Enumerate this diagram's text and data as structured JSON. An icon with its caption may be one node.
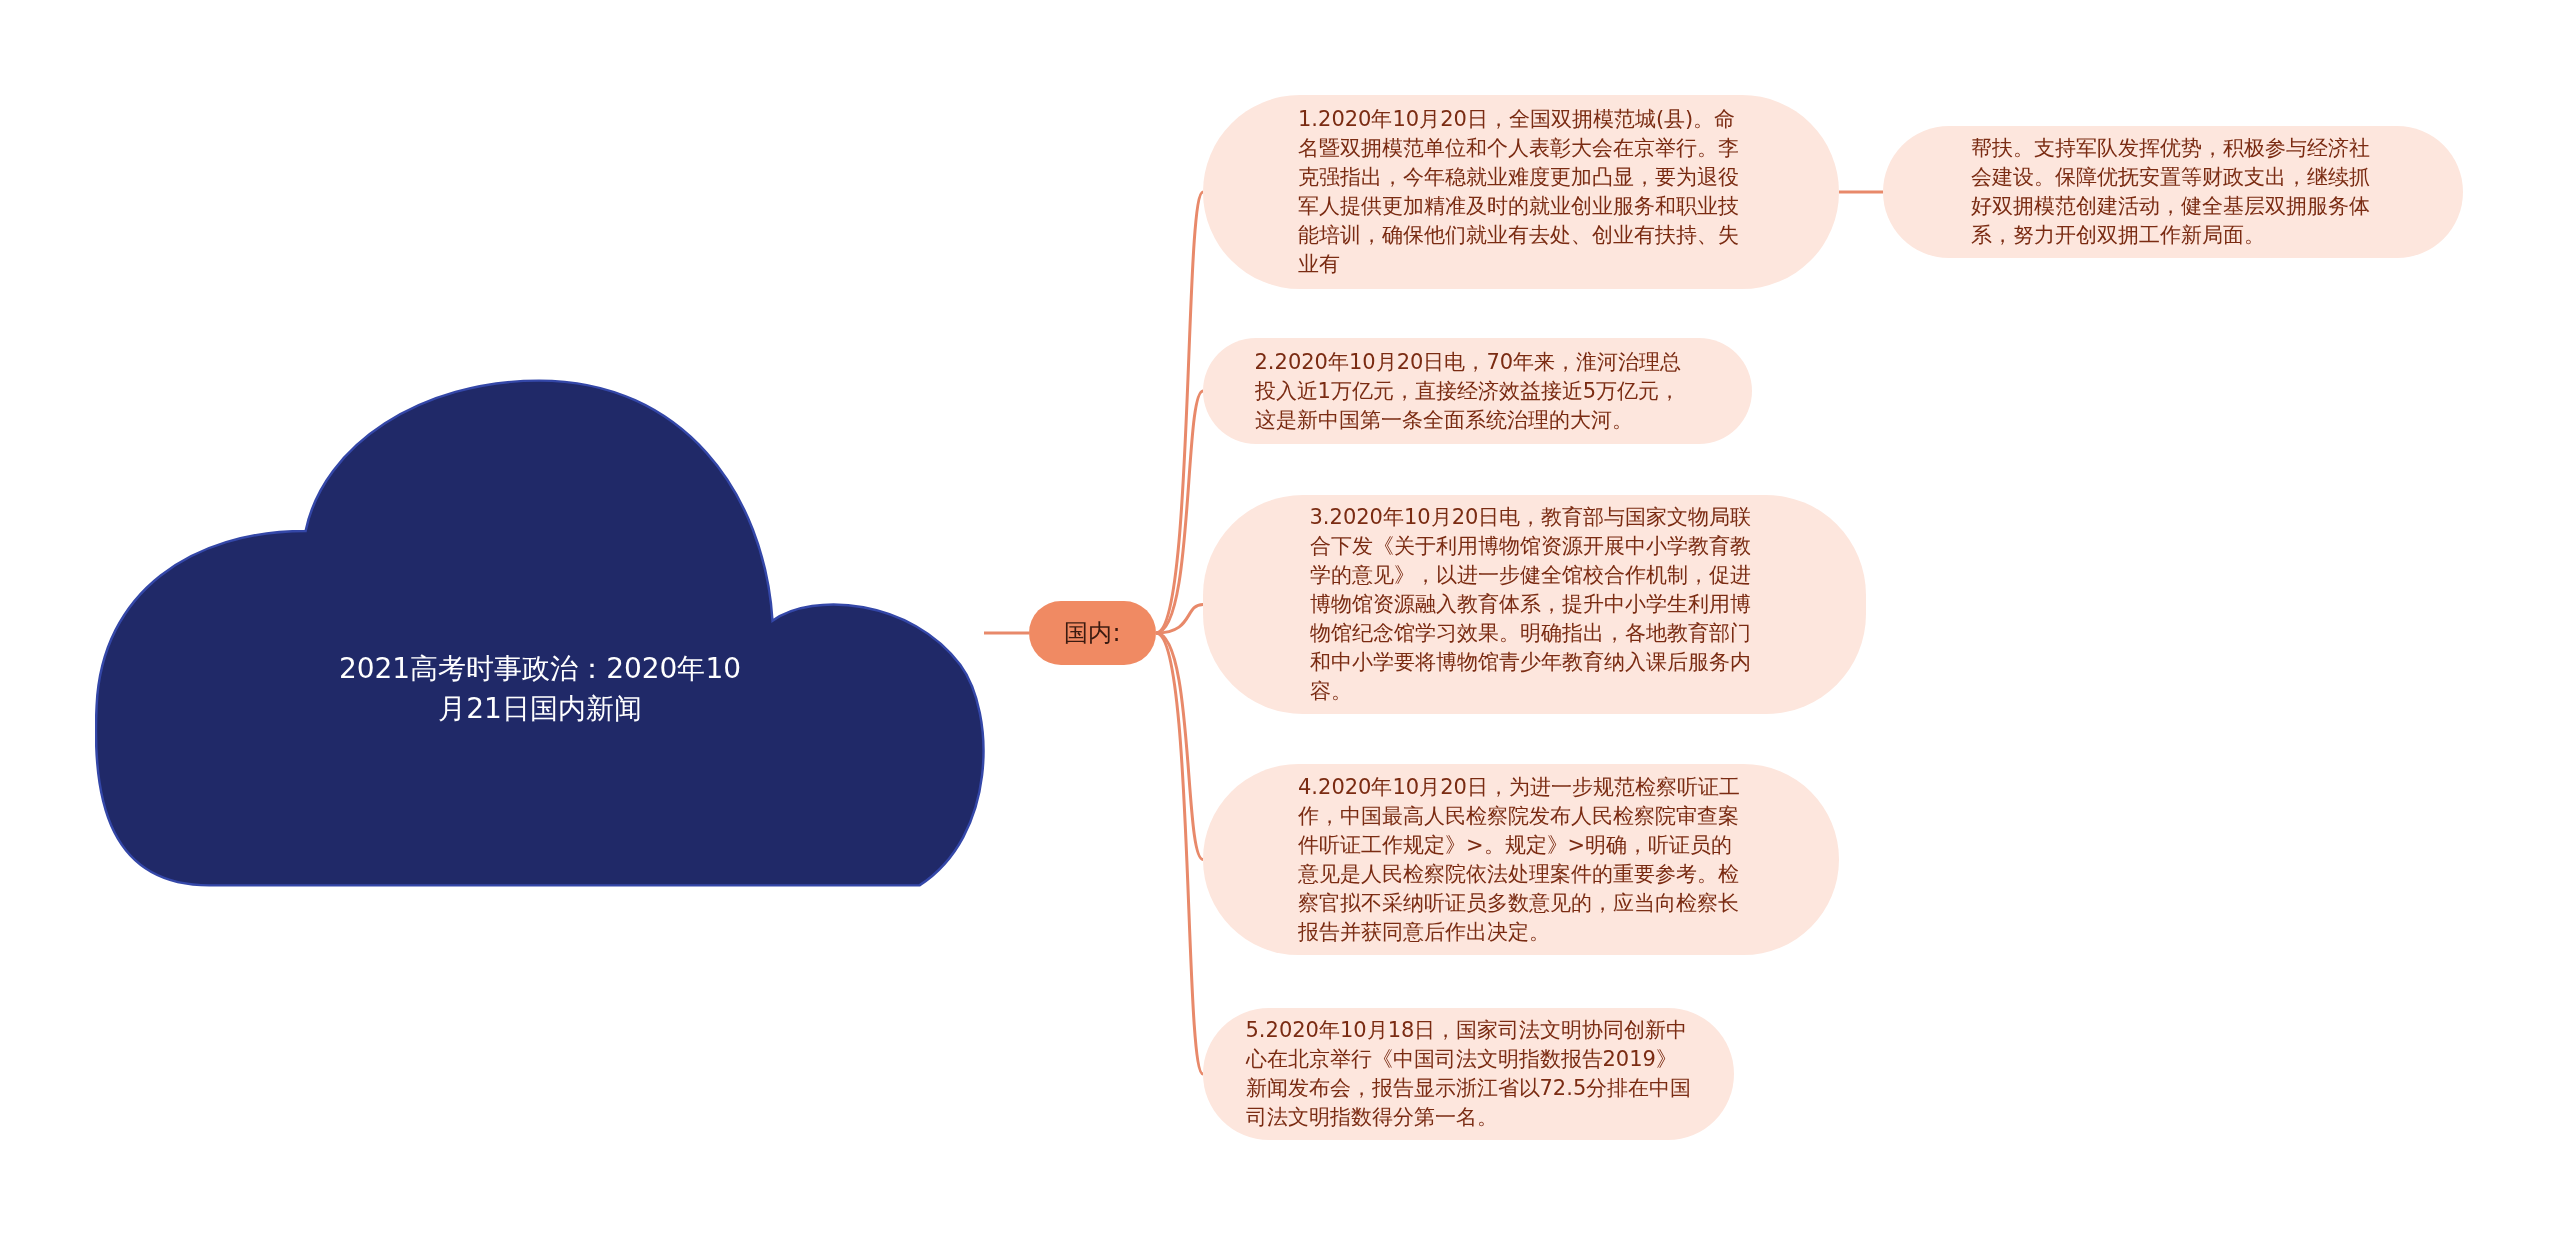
{
  "diagram": {
    "nodes": [
      {
        "text": [
          "2021高考时事政治：2020年10月21日国内新闻"
        ]
      },
      {
        "text": [
          "国内:"
        ]
      },
      {
        "text": [
          "1.2020年10月20日，全国双拥模范城(县)。命名暨双拥模范单位和个人表彰大会在京举行。李克强指出，今年稳就业难度更加凸显，要为退役军人提供更加精准及时的就业创业服务和职业技能培训，确保他们就业有去处、创业有扶持、失业有"
        ]
      },
      {
        "text": [
          "帮扶。支持军队发挥优势，积极参与经济社会建设。保障优抚安置等财政支出，继续抓好双拥模范创建活动，健全基层双拥服务体系，努力开创双拥工作新局面。"
        ]
      },
      {
        "text": [
          "2.2020年10月20日电，70年来，淮河治理总投入近1万亿元，直接经济效益接近5万亿元，这是新中国第一条全面系统治理的大河。"
        ]
      },
      {
        "text": [
          "3.2020年10月20日电，教育部与国家文物局联合下发《关于利用博物馆资源开展中小学教育教学的意见》，以进一步健全馆校合作机制，促进博物馆资源融入教育体系，提升中小学生利用博物馆纪念馆学习效果。明确指出，各地教育部门和中小学要将博物馆青少年教育纳入课后服务内容。"
        ]
      },
      {
        "text": [
          "4.2020年10月20日，为进一步规范检察听证工作，中国最高人民检察院发布人民检察院审查案件听证工作规定》>。规定》>明确，听证员的意见是人民检察院依法处理案件的重要参考。检察官拟不采纳听证员多数意见的，应当向检察长报告并获同意后作出决定。"
        ]
      },
      {
        "text": [
          "5.2020年10月18日，国家司法文明协同创新中心在北京举行《中国司法文明指数报告2019》新闻发布会，报告显示浙江省以72.5分排在中国司法文明指数得分第一名。"
        ]
      }
    ],
    "edges": [
      {
        "from": 0,
        "to": 1,
        "arrow": "none"
      },
      {
        "from": 1,
        "to": 2,
        "arrow": "none"
      },
      {
        "from": 2,
        "to": 3,
        "arrow": "none"
      },
      {
        "from": 1,
        "to": 4,
        "arrow": "none"
      },
      {
        "from": 1,
        "to": 5,
        "arrow": "none"
      },
      {
        "from": 1,
        "to": 6,
        "arrow": "none"
      },
      {
        "from": 1,
        "to": 7,
        "arrow": "none"
      }
    ]
  }
}
